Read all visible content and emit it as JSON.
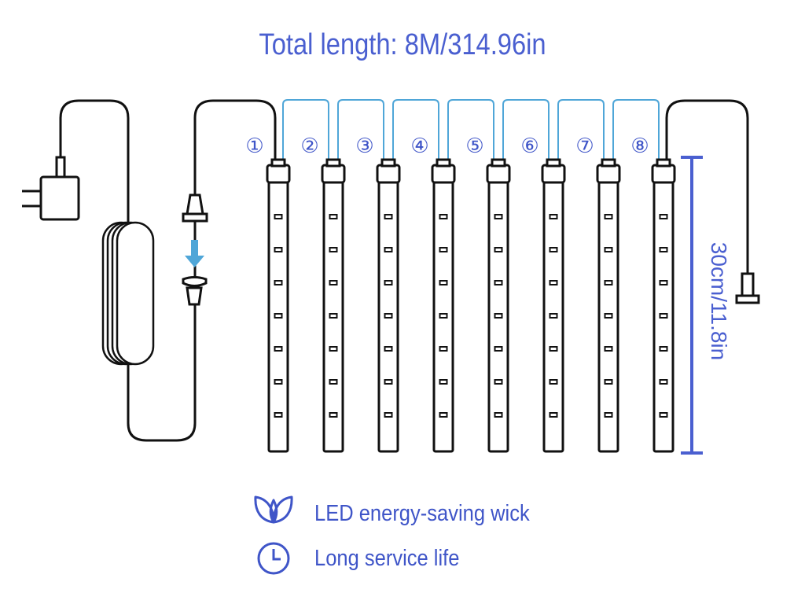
{
  "title": "Total length: 8M/314.96in",
  "dimension_label": "30cm/11.8in",
  "tube_numbers": [
    "①",
    "②",
    "③",
    "④",
    "⑤",
    "⑥",
    "⑦",
    "⑧"
  ],
  "leds_per_tube": 7,
  "features": [
    {
      "icon": "leaf-icon",
      "label": "LED energy-saving wick"
    },
    {
      "icon": "clock-icon",
      "label": "Long service life"
    }
  ],
  "colors": {
    "title": "#4a5fd0",
    "dimension": "#4a5fd0",
    "number": "#3f55c8",
    "link_wire": "#4fa6d8",
    "arrow": "#4fa6d8",
    "line": "#111111"
  }
}
